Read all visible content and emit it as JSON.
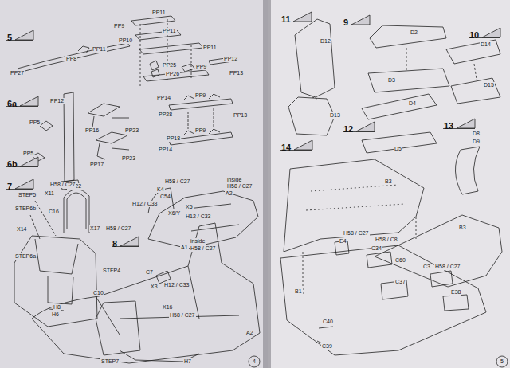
{
  "diagram": {
    "nodes": [
      {
        "text": [
          "5"
        ]
      },
      {
        "text": [
          "6a"
        ]
      },
      {
        "text": [
          "6b"
        ]
      },
      {
        "text": [
          "7"
        ]
      },
      {
        "text": [
          "8"
        ]
      },
      {
        "text": [
          "11"
        ]
      },
      {
        "text": [
          "9"
        ]
      },
      {
        "text": [
          "10"
        ]
      },
      {
        "text": [
          "12"
        ]
      },
      {
        "text": [
          "13"
        ]
      },
      {
        "text": [
          "14"
        ]
      }
    ],
    "labels": [
      "PP11",
      "PP9",
      "PP11",
      "PP10",
      "PP11",
      "PP8",
      "PP27",
      "PP11",
      "PP12",
      "PP9",
      "PP25",
      "PP26",
      "PP13",
      "PP12",
      "PP5",
      "PP16",
      "PP23",
      "PP14",
      "PP9",
      "PP28",
      "PP13",
      "PP9",
      "PP18",
      "PP14",
      "PP5",
      "PP17",
      "PP23",
      "PP22",
      "H58 / C27",
      "STEP5",
      "X11",
      "STEP6b",
      "C16",
      "X14",
      "X17",
      "H58 / C27",
      "STEP6a",
      "STEP4",
      "K4",
      "H58 / C27",
      "C54",
      "inside",
      "H58 / C27",
      "A2",
      "X5",
      "X6/Y",
      "H12 / C33",
      "H12 / C33",
      "A1",
      "inside",
      "H58 / C27",
      "C7",
      "X3",
      "H12 / C33",
      "X16",
      "H58 / C27",
      "C10",
      "H8",
      "H6",
      "STEP7",
      "H7",
      "A2",
      "D12",
      "D13",
      "D2",
      "D3",
      "D4",
      "D14",
      "D15",
      "D5",
      "D8",
      "D9",
      "B3",
      "B3",
      "H58 / C27",
      "E4",
      "H58 / C8",
      "C34",
      "C60",
      "C3",
      "H58 / C27",
      "C37",
      "E38",
      "B1",
      "C40",
      "C39",
      "4",
      "5"
    ]
  }
}
